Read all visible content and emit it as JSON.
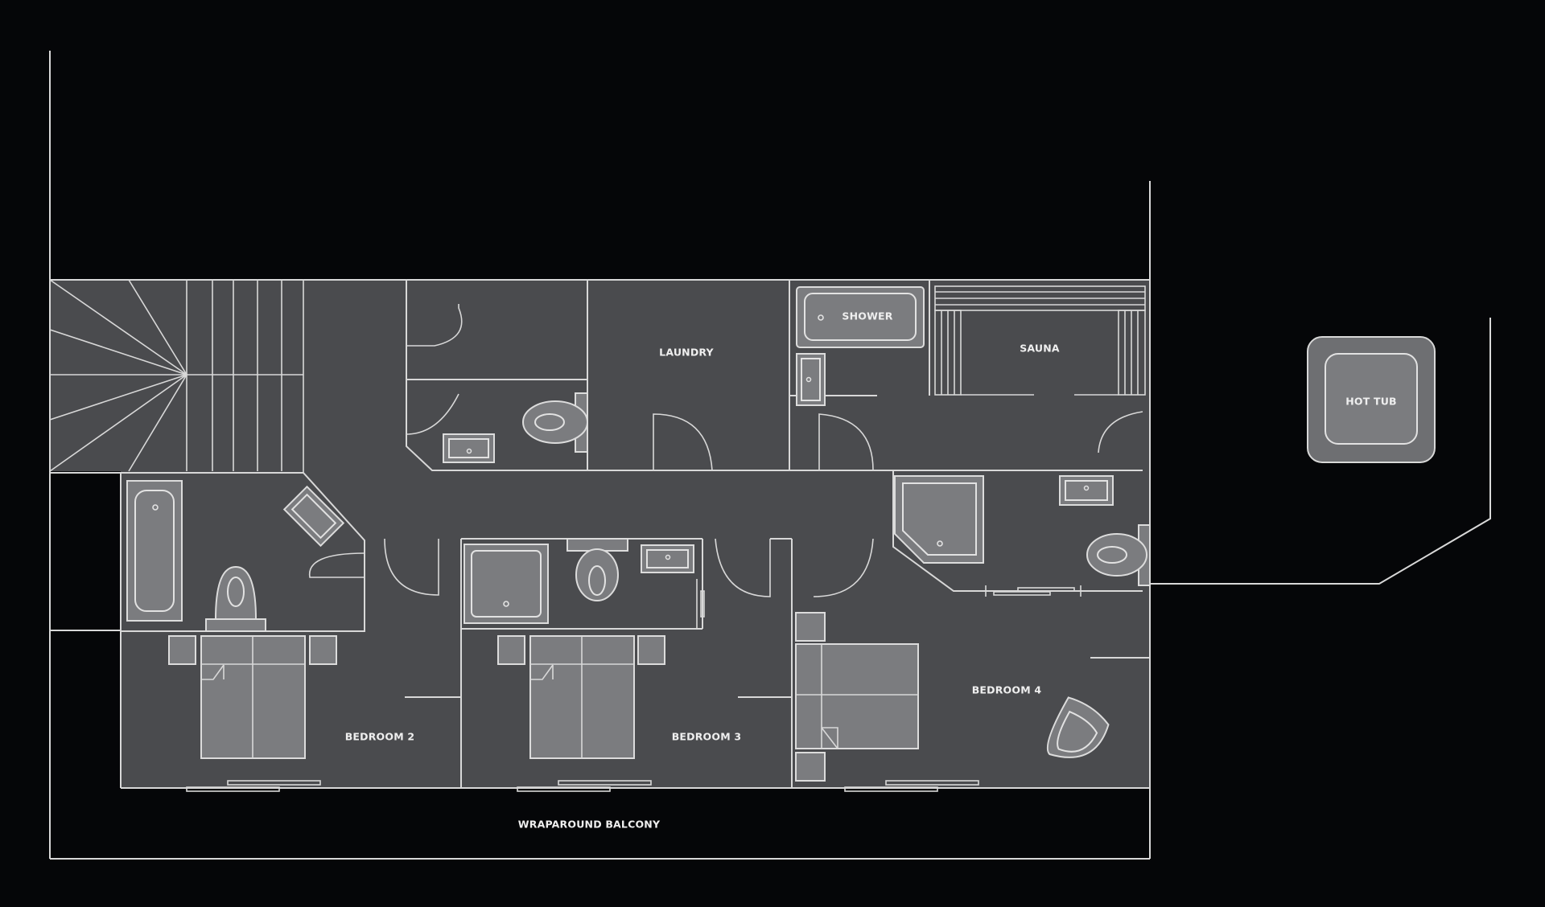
{
  "rooms": {
    "laundry": "LAUNDRY",
    "shower": "SHOWER",
    "sauna": "SAUNA",
    "hot_tub": "HOT TUB",
    "bedroom_2": "BEDROOM 2",
    "bedroom_3": "BEDROOM 3",
    "bedroom_4": "BEDROOM 4",
    "balcony": "WRAPAROUND BALCONY"
  },
  "colors": {
    "background": "#050608",
    "floor": "#4a4b4e",
    "wall_line": "#d8d8d8",
    "fixture_fill": "#7b7c7f"
  },
  "icons": [
    "staircase-icon",
    "bathtub-icon",
    "toilet-icon",
    "sink-icon",
    "shower-tray-icon",
    "double-bed-icon",
    "nightstand-icon",
    "armchair-icon",
    "sliding-door-icon",
    "hot-tub-icon"
  ]
}
